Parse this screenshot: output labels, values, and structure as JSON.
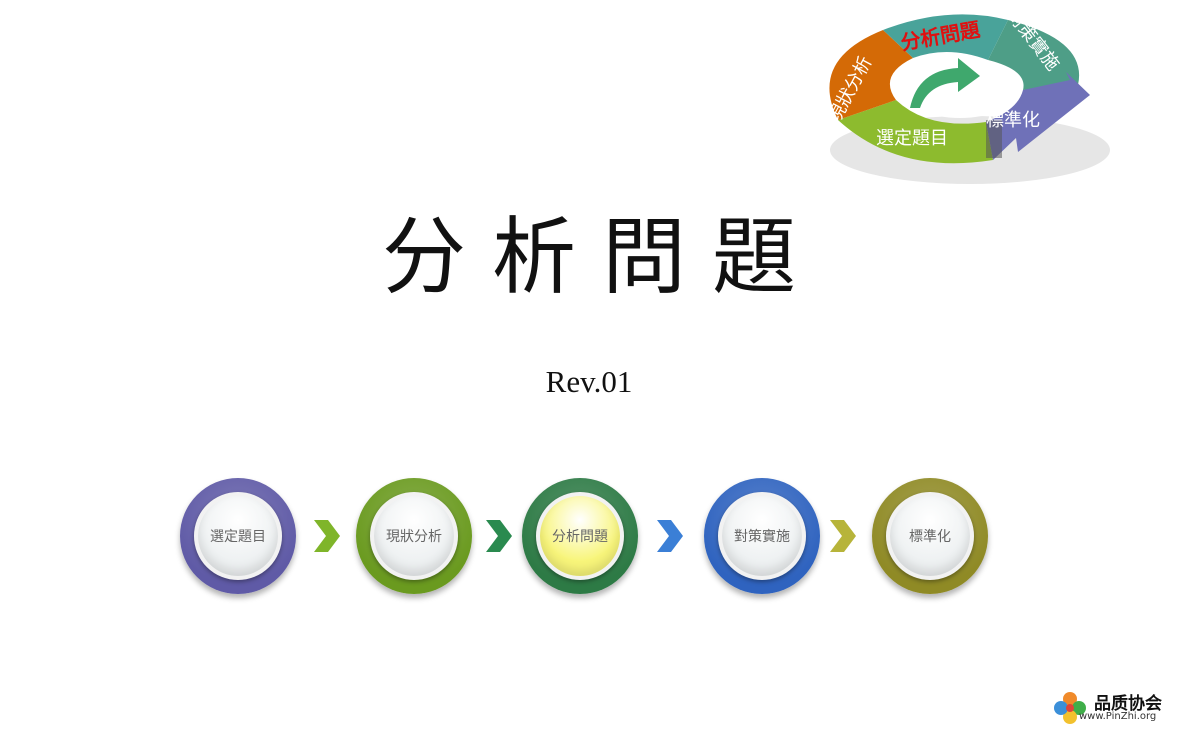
{
  "cycle": {
    "segments": {
      "current_state": "現狀分析",
      "analyze": "分析問題",
      "countermeasure": "對策實施",
      "standardize": "標準化",
      "select_topic": "選定題目"
    },
    "colors": {
      "current_state": "#d46a06",
      "analyze": "#3aa6a0",
      "countermeasure": "#4e9e87",
      "standardize": "#6f71b8",
      "select_topic": "#8dbb2e"
    }
  },
  "title": "分析問題",
  "revision": "Rev.01",
  "steps": [
    {
      "label": "選定題目",
      "ring_color": "#5f5aa6",
      "fill": "#eef1f2"
    },
    {
      "label": "現狀分析",
      "ring_color": "#6a9a1f",
      "fill": "#eef1f2"
    },
    {
      "label": "分析問題",
      "ring_color": "#2d7a45",
      "fill": "#f8f57a"
    },
    {
      "label": "對策實施",
      "ring_color": "#2f63bf",
      "fill": "#eef1f2"
    },
    {
      "label": "標準化",
      "ring_color": "#8f8a25",
      "fill": "#eef1f2"
    }
  ],
  "chevron_colors": [
    "#7fb52a",
    "#2a8a4f",
    "#3b7fd6",
    "#b7b43a"
  ],
  "watermark": {
    "name": "品质协会",
    "url": "www.PinZhi.org",
    "icon": "flower-logo-icon"
  }
}
